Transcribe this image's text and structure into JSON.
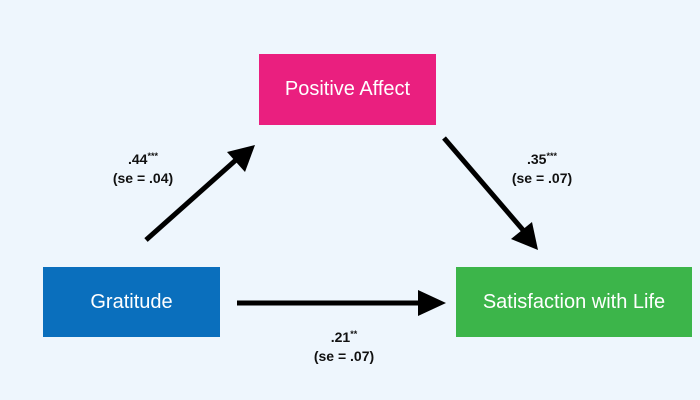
{
  "colors": {
    "background": "#eef6fd",
    "positive_affect": "#ea1f7f",
    "gratitude": "#0a6fbd",
    "satisfaction": "#3cb54a",
    "arrow": "#000000",
    "text_dark": "#111111"
  },
  "nodes": {
    "positive_affect": {
      "label": "Positive Affect"
    },
    "gratitude": {
      "label": "Gratitude"
    },
    "satisfaction": {
      "label": "Satisfaction with Life"
    }
  },
  "paths": {
    "gratitude_to_positive": {
      "coef": ".44",
      "sig": "***",
      "se": "(se = .04)"
    },
    "positive_to_satisfaction": {
      "coef": ".35",
      "sig": "***",
      "se": "(se = .07)"
    },
    "gratitude_to_satisfaction": {
      "coef": ".21",
      "sig": "**",
      "se": "(se = .07)"
    }
  }
}
